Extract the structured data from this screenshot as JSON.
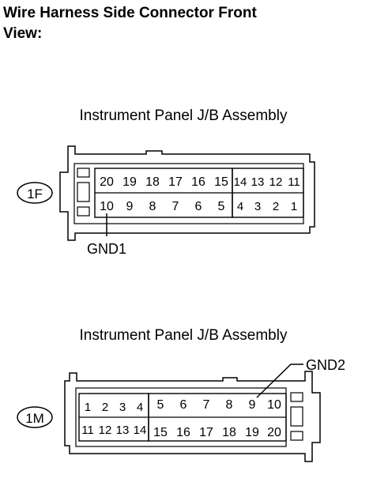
{
  "heading": {
    "line1": "Wire Harness Side Connector Front",
    "line2": "View:"
  },
  "connector_1f": {
    "assembly_label": "Instrument Panel J/B Assembly",
    "connector_id": "1F",
    "top_row": [
      "20",
      "19",
      "18",
      "17",
      "16",
      "15",
      "14",
      "13",
      "12",
      "11"
    ],
    "bottom_row": [
      "10",
      "9",
      "8",
      "7",
      "6",
      "5",
      "4",
      "3",
      "2",
      "1"
    ],
    "ground_label": "GND1"
  },
  "connector_1m": {
    "assembly_label": "Instrument Panel J/B Assembly",
    "connector_id": "1M",
    "top_row": [
      "1",
      "2",
      "3",
      "4",
      "5",
      "6",
      "7",
      "8",
      "9",
      "10"
    ],
    "bottom_row": [
      "11",
      "12",
      "13",
      "14",
      "15",
      "16",
      "17",
      "18",
      "19",
      "20"
    ],
    "ground_label": "GND2"
  }
}
